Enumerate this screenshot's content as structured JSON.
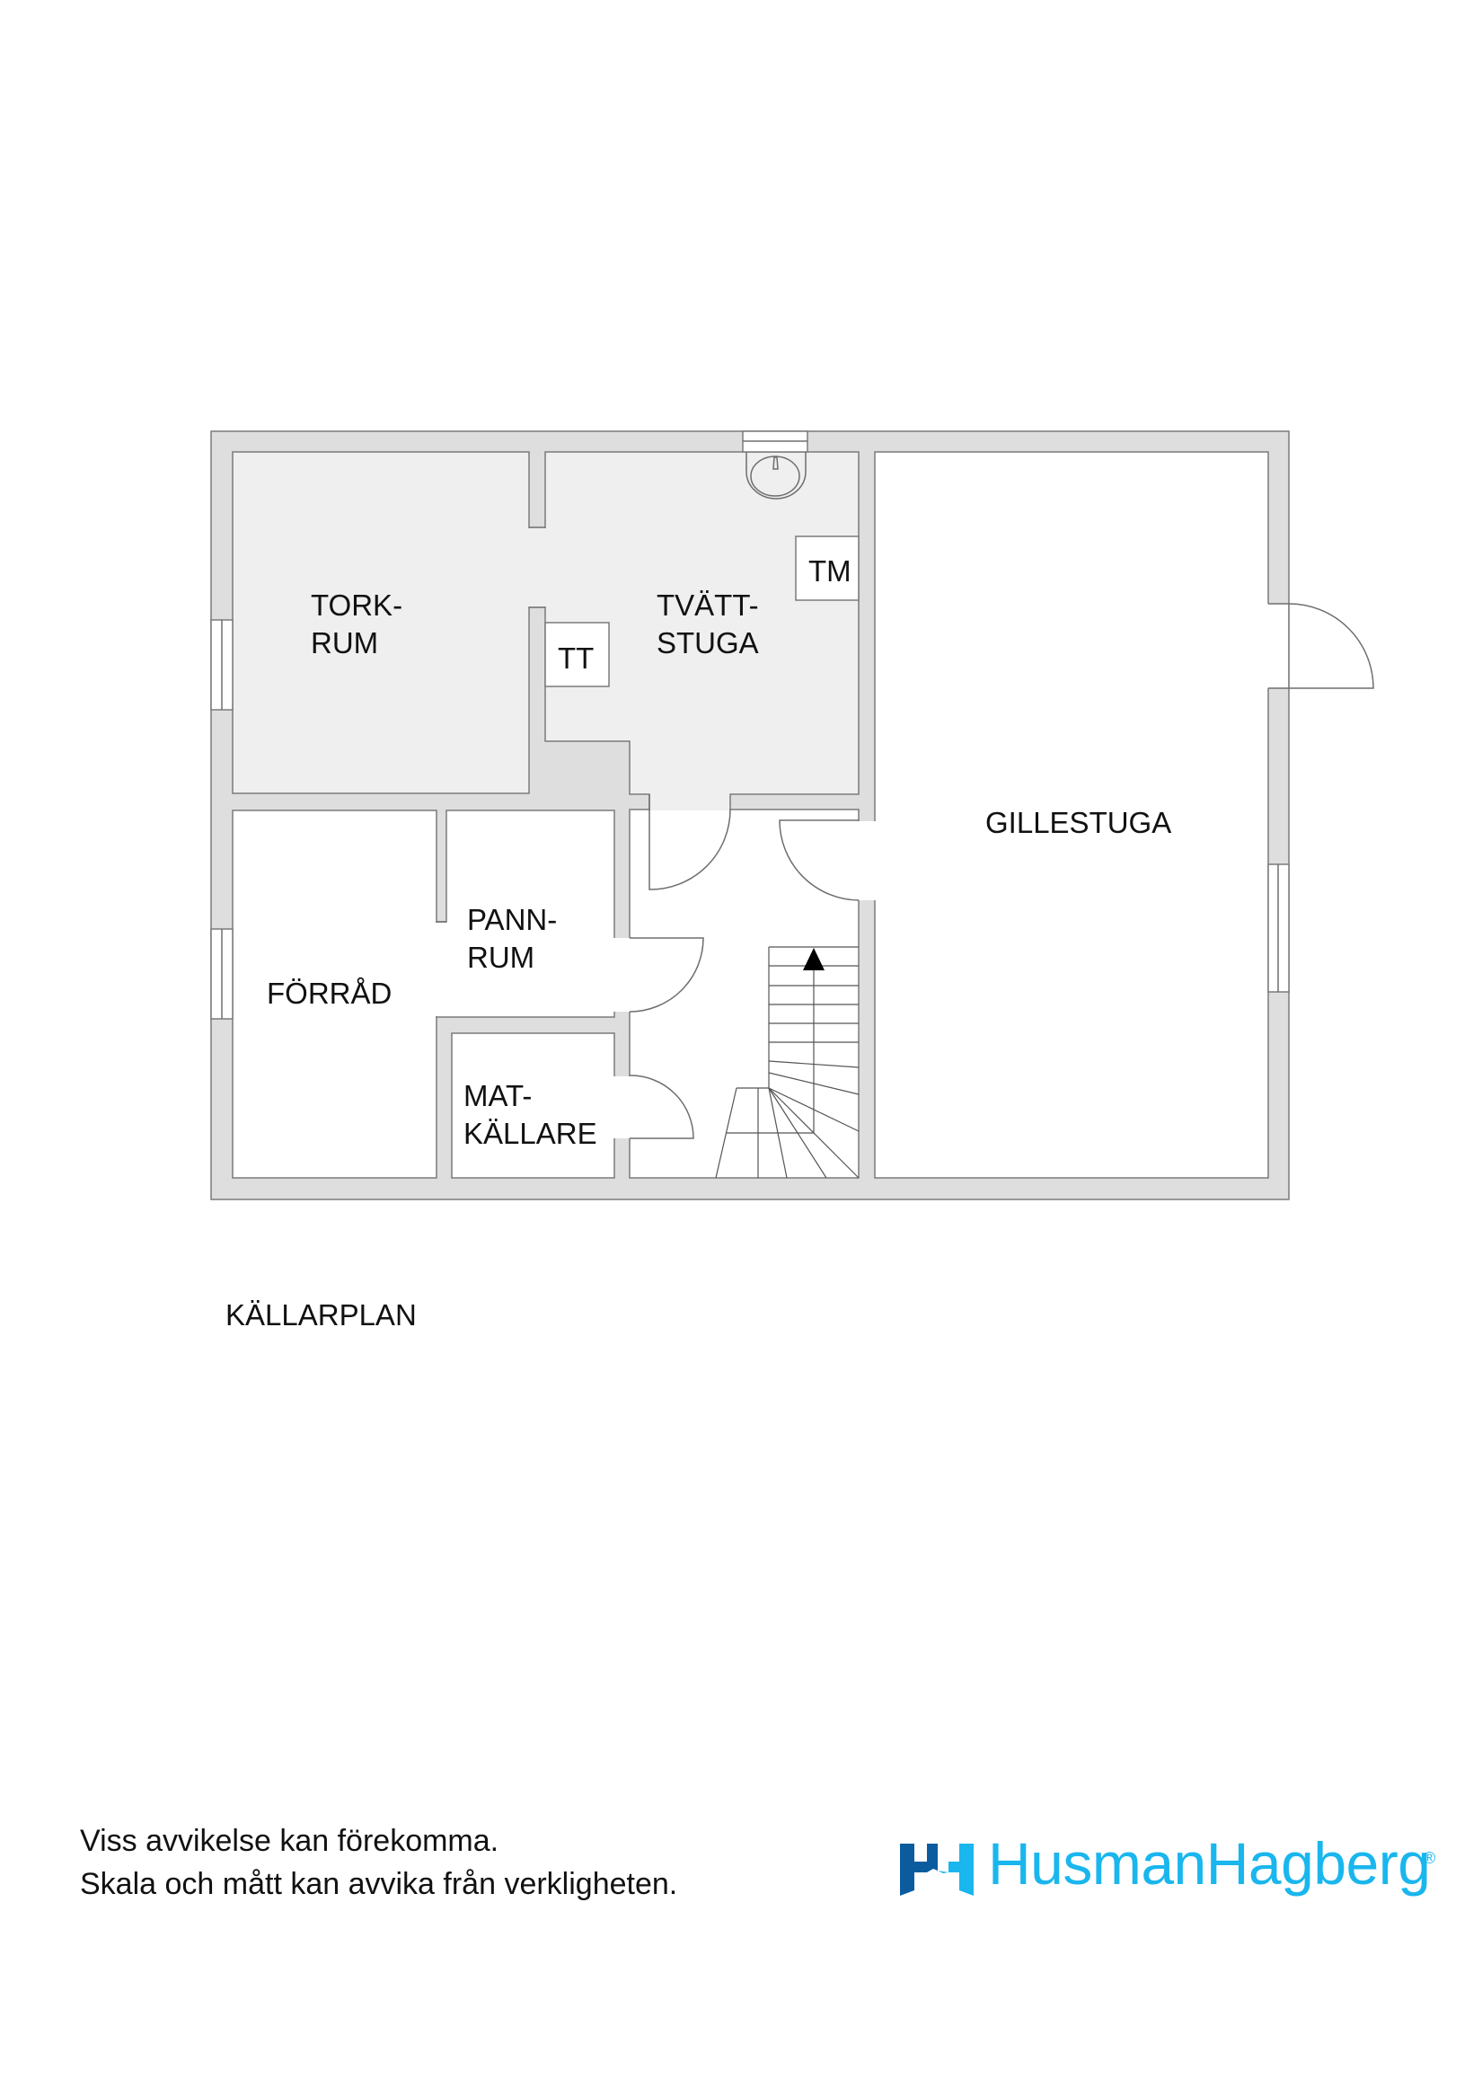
{
  "floor_plan": {
    "title": "KÄLLARPLAN",
    "rooms": [
      {
        "id": "torkrum",
        "line1": "TORK-",
        "line2": "RUM"
      },
      {
        "id": "tvattstuga",
        "line1": "TVÄTT-",
        "line2": "STUGA"
      },
      {
        "id": "gillestuga",
        "line1": "GILLESTUGA"
      },
      {
        "id": "forrad",
        "line1": "FÖRRÅD"
      },
      {
        "id": "pannrum",
        "line1": "PANN-",
        "line2": "RUM"
      },
      {
        "id": "matkallare",
        "line1": "MAT-",
        "line2": "KÄLLARE"
      }
    ],
    "appliances": [
      {
        "id": "tumbler",
        "label": "TT"
      },
      {
        "id": "washing_machine",
        "label": "TM"
      }
    ],
    "icons": [
      "sink-icon",
      "stairs-up-arrow-icon",
      "door-swing-icon",
      "window-icon"
    ],
    "colors": {
      "wall_fill": "#dedede",
      "wet_room_fill": "#efefef",
      "line": "#7a7a7a"
    }
  },
  "footer": {
    "disclaimer_line1": "Viss avvikelse kan förekomma.",
    "disclaimer_line2": "Skala och mått kan avvika från verkligheten."
  },
  "brand": {
    "name": "HusmanHagberg",
    "registered": "®",
    "colors": {
      "dark_blue": "#0b5c9e",
      "light_blue": "#1ab6ee"
    }
  }
}
